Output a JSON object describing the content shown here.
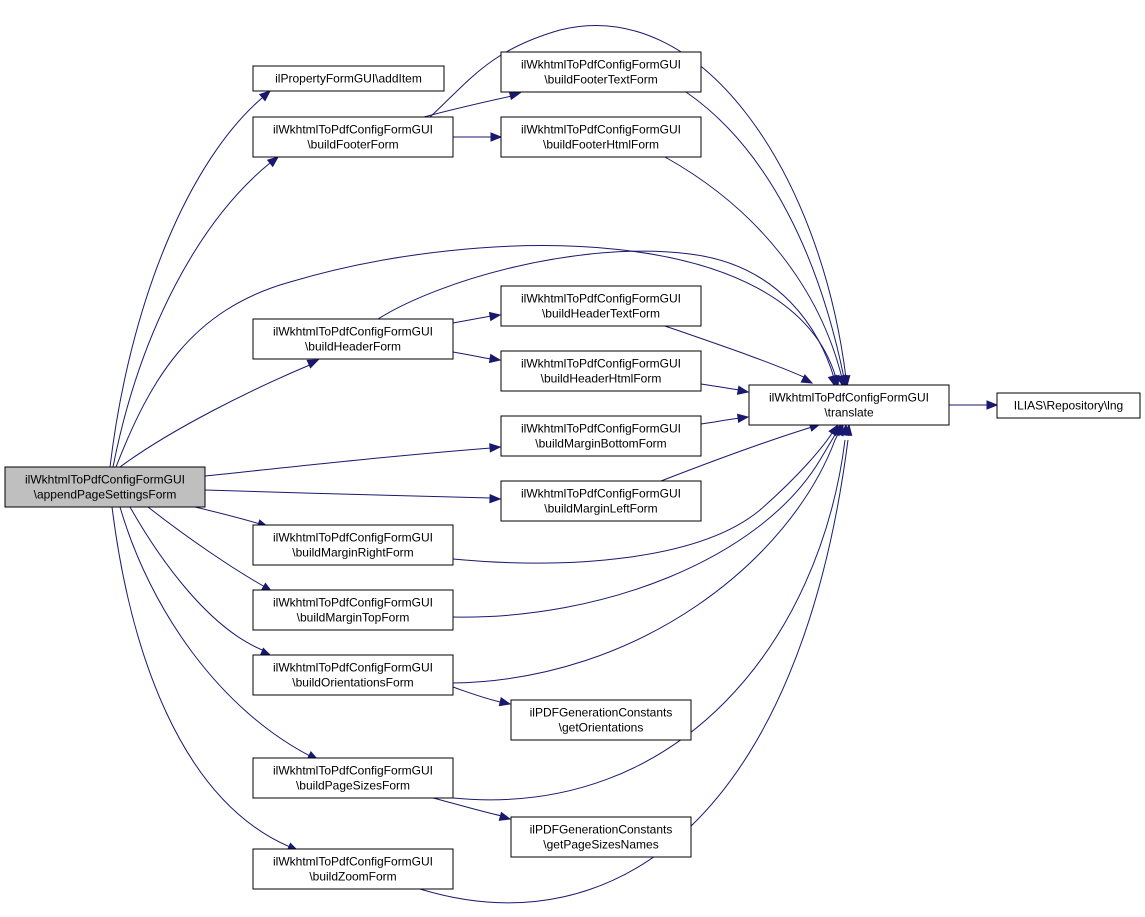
{
  "graph": {
    "colors": {
      "edge": "#191970",
      "node_fill": "#ffffff",
      "root_fill": "#bfbfbf",
      "border": "#000000"
    },
    "nodes": [
      {
        "id": "root",
        "lines": [
          "ilWkhtmlToPdfConfigFormGUI",
          "\\appendPageSettingsForm"
        ]
      },
      {
        "id": "addItem",
        "lines": [
          "ilPropertyFormGUI\\addItem"
        ]
      },
      {
        "id": "footer",
        "lines": [
          "ilWkhtmlToPdfConfigFormGUI",
          "\\buildFooterForm"
        ]
      },
      {
        "id": "footerText",
        "lines": [
          "ilWkhtmlToPdfConfigFormGUI",
          "\\buildFooterTextForm"
        ]
      },
      {
        "id": "footerHtml",
        "lines": [
          "ilWkhtmlToPdfConfigFormGUI",
          "\\buildFooterHtmlForm"
        ]
      },
      {
        "id": "header",
        "lines": [
          "ilWkhtmlToPdfConfigFormGUI",
          "\\buildHeaderForm"
        ]
      },
      {
        "id": "headerText",
        "lines": [
          "ilWkhtmlToPdfConfigFormGUI",
          "\\buildHeaderTextForm"
        ]
      },
      {
        "id": "headerHtml",
        "lines": [
          "ilWkhtmlToPdfConfigFormGUI",
          "\\buildHeaderHtmlForm"
        ]
      },
      {
        "id": "translate",
        "lines": [
          "ilWkhtmlToPdfConfigFormGUI",
          "\\translate"
        ]
      },
      {
        "id": "lng",
        "lines": [
          "ILIAS\\Repository\\lng"
        ]
      },
      {
        "id": "marginBottom",
        "lines": [
          "ilWkhtmlToPdfConfigFormGUI",
          "\\buildMarginBottomForm"
        ]
      },
      {
        "id": "marginLeft",
        "lines": [
          "ilWkhtmlToPdfConfigFormGUI",
          "\\buildMarginLeftForm"
        ]
      },
      {
        "id": "marginRight",
        "lines": [
          "ilWkhtmlToPdfConfigFormGUI",
          "\\buildMarginRightForm"
        ]
      },
      {
        "id": "marginTop",
        "lines": [
          "ilWkhtmlToPdfConfigFormGUI",
          "\\buildMarginTopForm"
        ]
      },
      {
        "id": "orient",
        "lines": [
          "ilWkhtmlToPdfConfigFormGUI",
          "\\buildOrientationsForm"
        ]
      },
      {
        "id": "getOrient",
        "lines": [
          "ilPDFGenerationConstants",
          "\\getOrientations"
        ]
      },
      {
        "id": "pageSizes",
        "lines": [
          "ilWkhtmlToPdfConfigFormGUI",
          "\\buildPageSizesForm"
        ]
      },
      {
        "id": "getPageSizes",
        "lines": [
          "ilPDFGenerationConstants",
          "\\getPageSizesNames"
        ]
      },
      {
        "id": "zoom",
        "lines": [
          "ilWkhtmlToPdfConfigFormGUI",
          "\\buildZoomForm"
        ]
      }
    ],
    "edges": [
      [
        "root",
        "addItem"
      ],
      [
        "root",
        "footer"
      ],
      [
        "root",
        "translate"
      ],
      [
        "root",
        "header"
      ],
      [
        "root",
        "marginBottom"
      ],
      [
        "root",
        "marginLeft"
      ],
      [
        "root",
        "marginRight"
      ],
      [
        "root",
        "marginTop"
      ],
      [
        "root",
        "orient"
      ],
      [
        "root",
        "pageSizes"
      ],
      [
        "root",
        "zoom"
      ],
      [
        "footer",
        "footerText"
      ],
      [
        "footer",
        "footerHtml"
      ],
      [
        "footer",
        "translate"
      ],
      [
        "footerText",
        "translate"
      ],
      [
        "footerHtml",
        "translate"
      ],
      [
        "header",
        "headerText"
      ],
      [
        "header",
        "headerHtml"
      ],
      [
        "header",
        "translate"
      ],
      [
        "headerText",
        "translate"
      ],
      [
        "headerHtml",
        "translate"
      ],
      [
        "translate",
        "lng"
      ],
      [
        "marginBottom",
        "translate"
      ],
      [
        "marginLeft",
        "translate"
      ],
      [
        "marginRight",
        "translate"
      ],
      [
        "marginTop",
        "translate"
      ],
      [
        "orient",
        "translate"
      ],
      [
        "orient",
        "getOrient"
      ],
      [
        "pageSizes",
        "translate"
      ],
      [
        "pageSizes",
        "getPageSizes"
      ],
      [
        "zoom",
        "translate"
      ]
    ]
  }
}
